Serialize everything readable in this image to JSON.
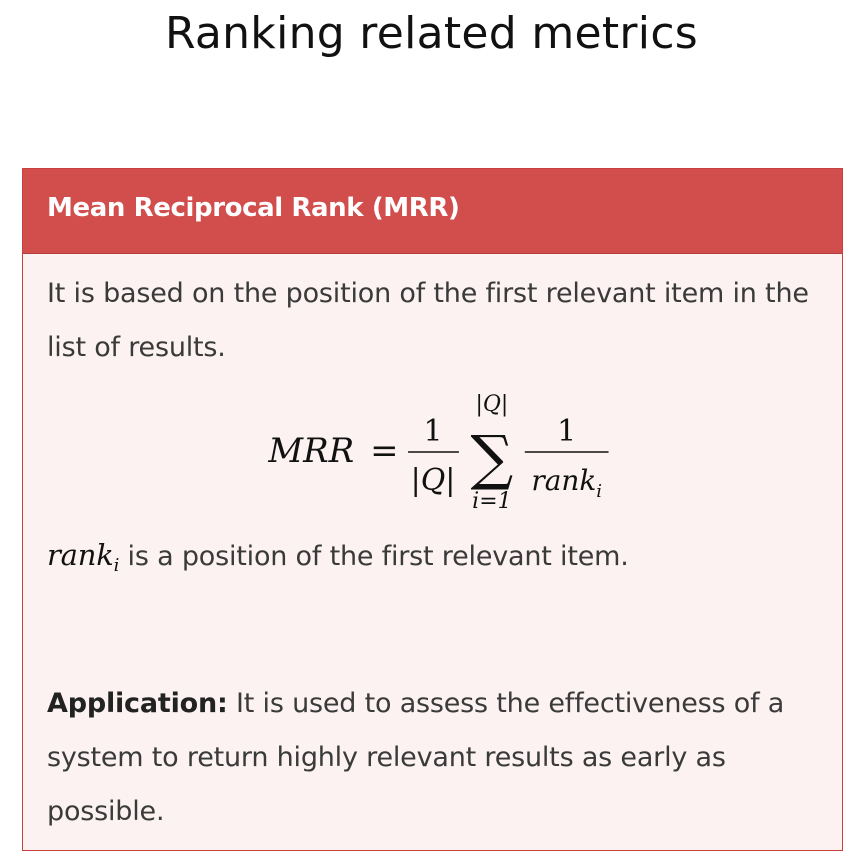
{
  "page": {
    "title": "Ranking related metrics"
  },
  "card": {
    "title": "Mean Reciprocal Rank (MRR)",
    "intro": "It is based on the position of the first relevant item in the list of results.",
    "formula": {
      "lhs": "MRR",
      "equals": "=",
      "frac1_num": "1",
      "frac1_den": "|Q|",
      "sum_symbol": "∑",
      "sum_upper": "|Q|",
      "sum_lower": "i=1",
      "frac2_num": "1",
      "frac2_den_base": "rank",
      "frac2_den_sub": "i"
    },
    "note": {
      "var_base": "rank",
      "var_sub": "i",
      "text": " is a position of the first relevant item."
    },
    "application": {
      "label": "Application:",
      "text": " It is used to assess the effectiveness of a system to return highly relevant results as early as possible."
    }
  },
  "colors": {
    "header_bg": "#d24e4d",
    "card_bg": "#fbf2f1",
    "border": "#c9403f"
  }
}
